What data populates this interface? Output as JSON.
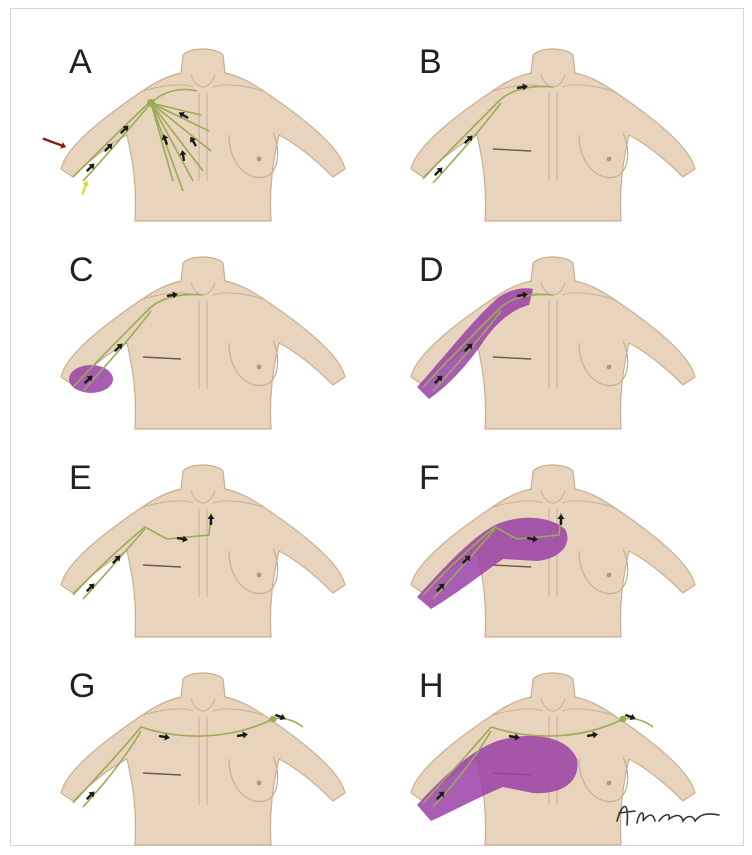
{
  "figure": {
    "panels": [
      {
        "label": "A",
        "lymph": "normal-all",
        "swelling": "none",
        "incision": false,
        "extra_arrows": [
          "red-arrow",
          "yellow-arrow"
        ]
      },
      {
        "label": "B",
        "lymph": "arm-to-axilla",
        "swelling": "none",
        "incision": true,
        "extra_arrows": []
      },
      {
        "label": "C",
        "lymph": "arm-to-axilla",
        "swelling": "forearm",
        "incision": true,
        "extra_arrows": []
      },
      {
        "label": "D",
        "lymph": "arm-to-axilla",
        "swelling": "whole-arm",
        "incision": true,
        "extra_arrows": []
      },
      {
        "label": "E",
        "lymph": "reroute-chest",
        "swelling": "none",
        "incision": true,
        "extra_arrows": []
      },
      {
        "label": "F",
        "lymph": "reroute-chest",
        "swelling": "arm-and-chest",
        "incision": true,
        "extra_arrows": []
      },
      {
        "label": "G",
        "lymph": "cross-chest",
        "swelling": "none",
        "incision": true,
        "extra_arrows": []
      },
      {
        "label": "H",
        "lymph": "cross-chest",
        "swelling": "arm-and-chest-large",
        "incision": true,
        "extra_arrows": []
      }
    ],
    "colors": {
      "skin": "#e8d4bd",
      "skin_shadow": "#c9ae92",
      "lymph_vessel": "#9aaa55",
      "arrow": "#1a1a1a",
      "swelling": "#9a3fa6",
      "red_arrow": "#8b1d1d",
      "yellow_arrow": "#e3d93a"
    },
    "signature": "handwritten-signature"
  }
}
